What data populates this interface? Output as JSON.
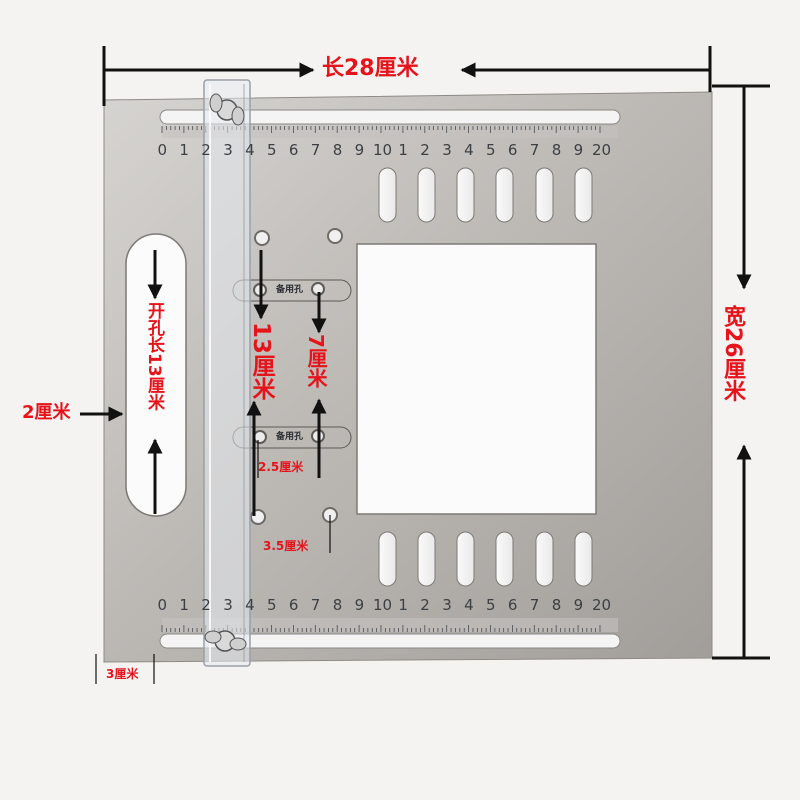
{
  "labels": {
    "length": "长28厘米",
    "width": "宽26厘米",
    "slot_length": "开孔长13厘米",
    "slot_width": "2厘米",
    "dist_13": "13厘米",
    "dist_7": "7厘米",
    "dist_2_5": "2.5厘米",
    "dist_3_5": "3.5厘米",
    "margin_3": "3厘米"
  },
  "hole_tag": "备用孔",
  "ruler_numbers": [
    "0",
    "1",
    "2",
    "3",
    "4",
    "5",
    "6",
    "7",
    "8",
    "9",
    "10",
    "1",
    "2",
    "3",
    "4",
    "5",
    "6",
    "7",
    "8",
    "9",
    "20"
  ],
  "colors": {
    "annotation_red": "#e5141b",
    "plate_light": "#c9c7c4",
    "plate_dark": "#9e9b97",
    "background": "#f4f3f1"
  }
}
